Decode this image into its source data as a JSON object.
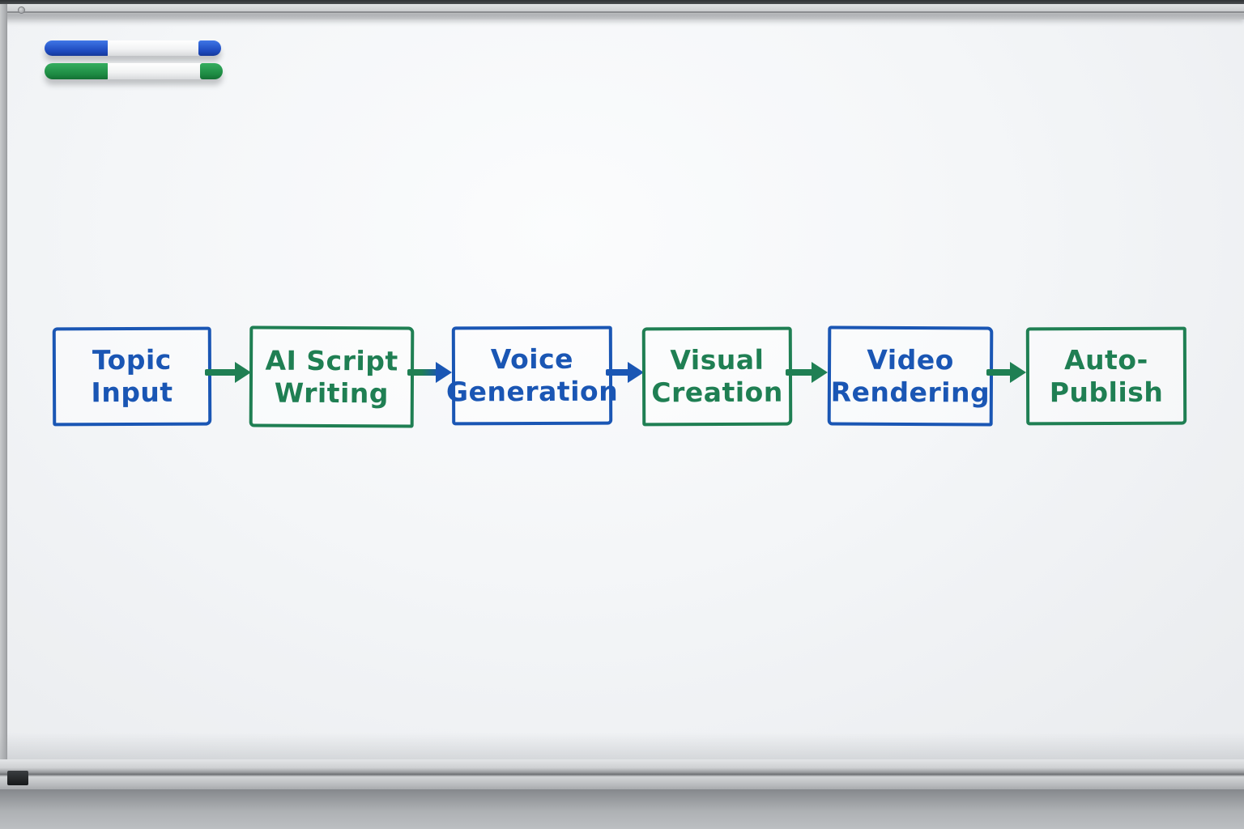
{
  "scene": {
    "description": "whiteboard with hand-drawn flowchart",
    "markers": [
      {
        "name": "blue-marker",
        "color": "#1d49bd"
      },
      {
        "name": "green-marker",
        "color": "#1d8a42"
      }
    ]
  },
  "flowchart": {
    "colors": {
      "blue": "#1a56b4",
      "green": "#1f7f53"
    },
    "steps": [
      {
        "label": "Topic Input",
        "line1": "Topic",
        "line2": "Input",
        "color": "blue"
      },
      {
        "label": "AI Script Writing",
        "line1": "AI Script",
        "line2": "Writing",
        "color": "green"
      },
      {
        "label": "Voice Generation",
        "line1": "Voice",
        "line2": "Generation",
        "color": "blue"
      },
      {
        "label": "Visual Creation",
        "line1": "Visual",
        "line2": "Creation",
        "color": "green"
      },
      {
        "label": "Video Rendering",
        "line1": "Video",
        "line2": "Rendering",
        "color": "blue"
      },
      {
        "label": "Auto-Publish",
        "line1": "Auto-",
        "line2": "Publish",
        "color": "green"
      }
    ],
    "arrows": [
      {
        "from": "Topic Input",
        "to": "AI Script Writing",
        "color": "green"
      },
      {
        "from": "AI Script Writing",
        "to": "Voice Generation",
        "color": "green-to-blue"
      },
      {
        "from": "Voice Generation",
        "to": "Visual Creation",
        "color": "blue"
      },
      {
        "from": "Visual Creation",
        "to": "Video Rendering",
        "color": "green"
      },
      {
        "from": "Video Rendering",
        "to": "Auto-Publish",
        "color": "green"
      }
    ]
  }
}
